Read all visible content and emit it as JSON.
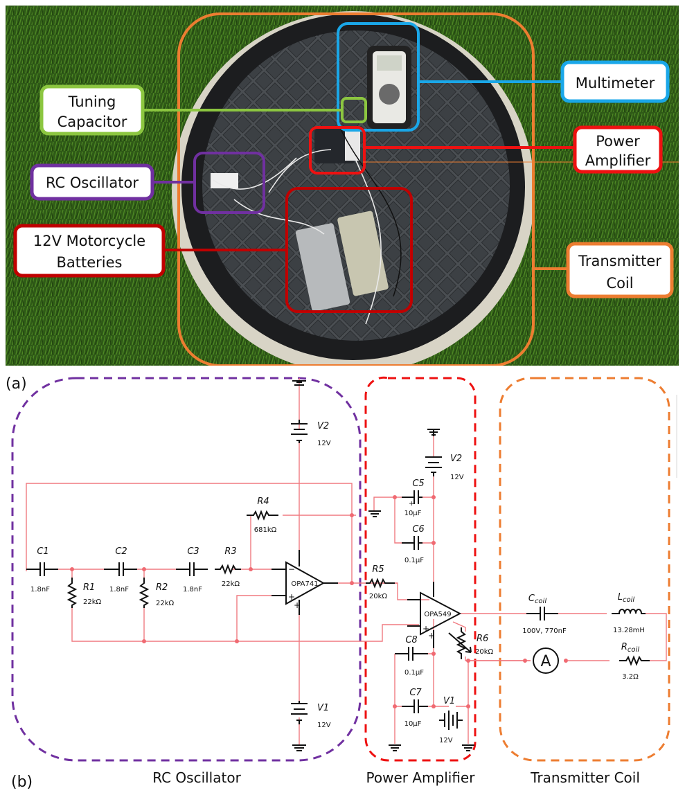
{
  "figure": {
    "panel_a_label": "(a)",
    "panel_b_label": "(b)"
  },
  "photo_callouts": [
    {
      "id": "tuning-capacitor",
      "lines": [
        "Tuning",
        "Capacitor"
      ],
      "color": "#8cc640"
    },
    {
      "id": "rc-oscillator",
      "lines": [
        "RC Oscillator"
      ],
      "color": "#7030a0"
    },
    {
      "id": "motorcycle-batteries",
      "lines": [
        "12V Motorcycle",
        "Batteries"
      ],
      "color": "#c00000"
    },
    {
      "id": "multimeter",
      "lines": [
        "Multimeter"
      ],
      "color": "#1aa7e8"
    },
    {
      "id": "power-amplifier",
      "lines": [
        "Power",
        "Amplifier"
      ],
      "color": "#ee1111"
    },
    {
      "id": "transmitter-coil",
      "lines": [
        "Transmitter",
        "Coil"
      ],
      "color": "#ed7d31"
    }
  ],
  "sections": {
    "rc_oscillator": {
      "label": "RC Oscillator",
      "color": "#7030a0"
    },
    "power_amplifier": {
      "label": "Power Amplifier",
      "color": "#ee1111"
    },
    "transmitter_coil": {
      "label": "Transmitter Coil",
      "color": "#ed7d31"
    }
  },
  "components": {
    "C1": {
      "name": "C1",
      "value": "1.8nF"
    },
    "C2": {
      "name": "C2",
      "value": "1.8nF"
    },
    "C3": {
      "name": "C3",
      "value": "1.8nF"
    },
    "R1": {
      "name": "R1",
      "value": "22kΩ"
    },
    "R2": {
      "name": "R2",
      "value": "22kΩ"
    },
    "R3": {
      "name": "R3",
      "value": "22kΩ"
    },
    "R4": {
      "name": "R4",
      "value": "681kΩ"
    },
    "U1": {
      "name": "OPA741"
    },
    "V2a": {
      "name": "V2",
      "value": "12V"
    },
    "V1a": {
      "name": "V1",
      "value": "12V"
    },
    "V2b": {
      "name": "V2",
      "value": "12V"
    },
    "C5": {
      "name": "C5",
      "value": "10µF"
    },
    "C6": {
      "name": "C6",
      "value": "0.1µF"
    },
    "R5": {
      "name": "R5",
      "value": "20kΩ"
    },
    "U2": {
      "name": "OPA549"
    },
    "R6": {
      "name": "R6",
      "value": "20kΩ"
    },
    "C8": {
      "name": "C8",
      "value": "0.1µF"
    },
    "C7": {
      "name": "C7",
      "value": "10µF"
    },
    "V1b": {
      "name": "V1",
      "value": "12V"
    },
    "Ccoil": {
      "name": "C",
      "sub": "coil",
      "value": "100V, 770nF"
    },
    "Lcoil": {
      "name": "L",
      "sub": "coil",
      "value": "13.28mH"
    },
    "Rcoil": {
      "name": "R",
      "sub": "coil",
      "value": "3.2Ω"
    },
    "Ammeter": {
      "name": "A"
    }
  }
}
